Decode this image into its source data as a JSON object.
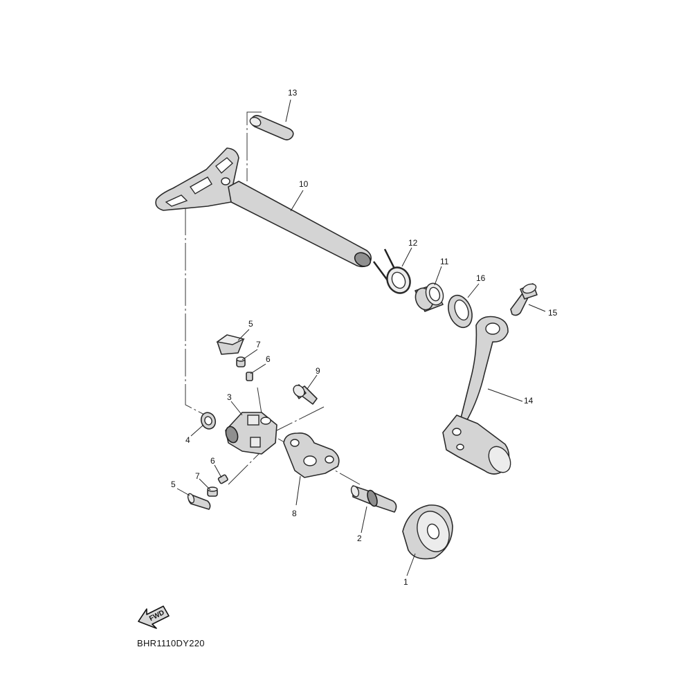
{
  "diagram_code": "BHR1110DY220",
  "fwd_label": "FWD",
  "callouts": [
    "1",
    "2",
    "3",
    "4",
    "5",
    "6",
    "7",
    "8",
    "9",
    "10",
    "11",
    "12",
    "13",
    "14",
    "15",
    "16",
    "5",
    "6",
    "7"
  ]
}
